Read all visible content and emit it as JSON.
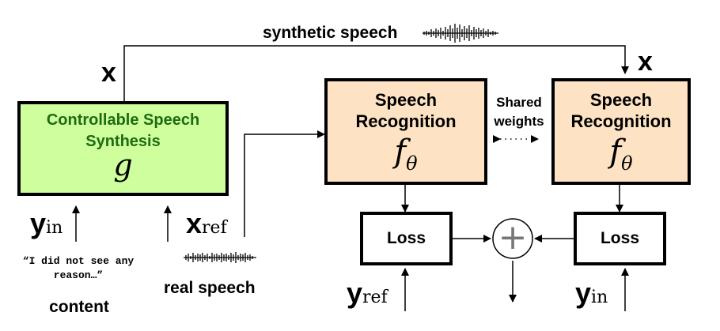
{
  "colors": {
    "synthesis_fill": "#cfff9c",
    "synthesis_title": "#1f6b12",
    "recognizer_fill": "#fde3c4",
    "stroke": "#000000"
  },
  "top_label": "synthetic speech",
  "x_left": "x",
  "x_right": "x",
  "synthesis": {
    "title": "Controllable Speech Synthesis",
    "symbol": "g"
  },
  "recognizer_left": {
    "title": "Speech Recognition",
    "symbol": "f",
    "symbol_sub": "θ"
  },
  "recognizer_right": {
    "title": "Speech Recognition",
    "symbol": "f",
    "symbol_sub": "θ"
  },
  "shared_weights": "Shared weights",
  "loss_left": "Loss",
  "loss_right": "Loss",
  "combine_symbol": "+",
  "y_in_left": {
    "main": "y",
    "sub": "in"
  },
  "x_ref": {
    "main": "x",
    "sub": "ref"
  },
  "y_ref": {
    "main": "y",
    "sub": "ref"
  },
  "y_in_right": {
    "main": "y",
    "sub": "in"
  },
  "quote": "“I did not see any reason…”",
  "content_label": "content",
  "real_speech_label": "real speech",
  "icons": {
    "waveform": "waveform-icon",
    "arrow": "arrow-icon"
  }
}
